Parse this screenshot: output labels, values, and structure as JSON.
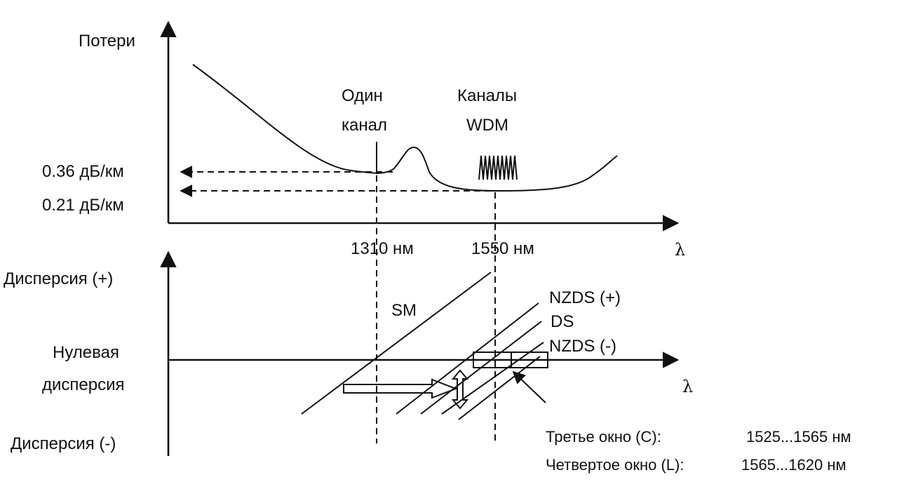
{
  "top_panel": {
    "y_axis_label": "Потери",
    "loss_level_high": "0.36  дБ/км",
    "loss_level_low": "0.21  дБ/км",
    "annotation_single_line1": "Один",
    "annotation_single_line2": "канал",
    "annotation_wdm_line1": "Каналы",
    "annotation_wdm_line2": "WDM",
    "x_tick_1310": "1310  нм",
    "x_tick_1550": "1550  нм",
    "x_axis_symbol": "λ"
  },
  "bottom_panel": {
    "label_positive": "Дисперсия (+)",
    "label_zero_line1": "Нулевая",
    "label_zero_line2": "дисперсия",
    "label_negative": "Дисперсия (-)",
    "fiber_sm": "SM",
    "fiber_nzds_plus": "NZDS (+)",
    "fiber_ds": "DS",
    "fiber_nzds_minus": "NZDS (-)",
    "x_axis_symbol": "λ"
  },
  "windows": {
    "third_label": "Третье окно (С):",
    "third_range": "1525...1565 нм",
    "fourth_label": "Четвертое окно (L):",
    "fourth_range": "1565...1620 нм"
  }
}
